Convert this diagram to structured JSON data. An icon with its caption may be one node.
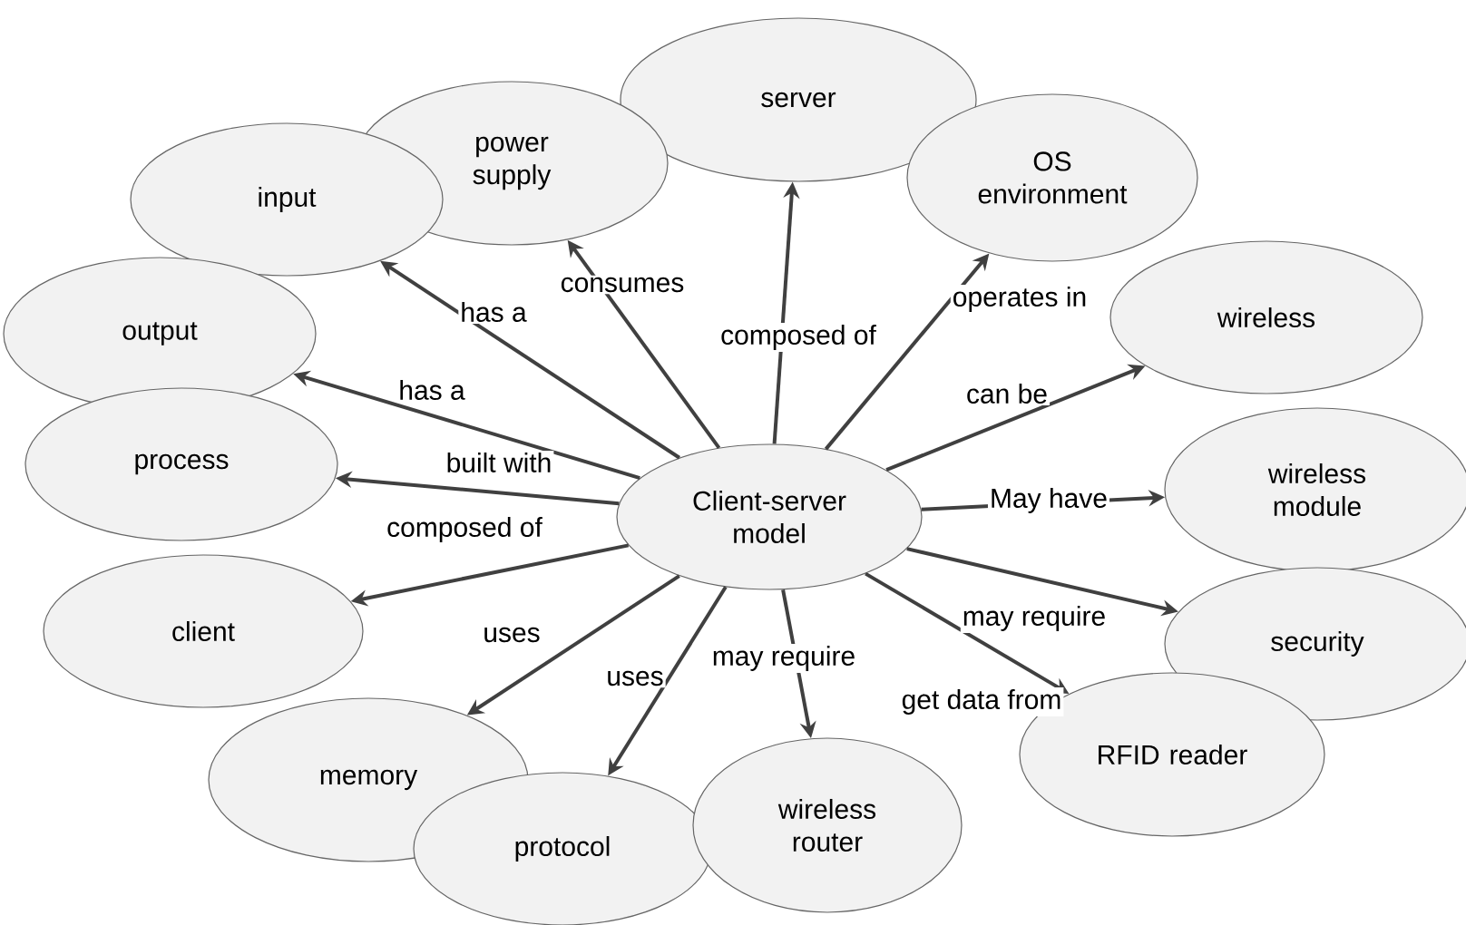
{
  "diagram": {
    "nodes": [
      {
        "text": [
          "Client-server model"
        ]
      },
      {
        "text": [
          "input"
        ]
      },
      {
        "text": [
          "power supply"
        ]
      },
      {
        "text": [
          "server"
        ]
      },
      {
        "text": [
          "OS environment"
        ]
      },
      {
        "text": [
          "wireless"
        ]
      },
      {
        "text": [
          "output"
        ]
      },
      {
        "text": [
          "process"
        ]
      },
      {
        "text": [
          "wireless module"
        ]
      },
      {
        "text": [
          "client"
        ]
      },
      {
        "text": [
          "security"
        ]
      },
      {
        "text": [
          "memory"
        ]
      },
      {
        "text": [
          "RFID reader"
        ]
      },
      {
        "text": [
          "protocol"
        ]
      },
      {
        "text": [
          "wireless router"
        ]
      }
    ],
    "edges": [
      {
        "from": 0,
        "to": 1,
        "arrow": "to",
        "label": "has a"
      },
      {
        "from": 0,
        "to": 2,
        "arrow": "to",
        "label": "consumes"
      },
      {
        "from": 0,
        "to": 3,
        "arrow": "to",
        "label": "composed of"
      },
      {
        "from": 0,
        "to": 4,
        "arrow": "to",
        "label": "operates in"
      },
      {
        "from": 0,
        "to": 5,
        "arrow": "to",
        "label": "can be"
      },
      {
        "from": 0,
        "to": 6,
        "arrow": "to",
        "label": "has a"
      },
      {
        "from": 0,
        "to": 7,
        "arrow": "to",
        "label": "built with"
      },
      {
        "from": 0,
        "to": 8,
        "arrow": "to",
        "label": "May have"
      },
      {
        "from": 0,
        "to": 9,
        "arrow": "to",
        "label": "composed of"
      },
      {
        "from": 0,
        "to": 10,
        "arrow": "to",
        "label": "may require"
      },
      {
        "from": 0,
        "to": 11,
        "arrow": "to",
        "label": "uses"
      },
      {
        "from": 0,
        "to": 12,
        "arrow": "to",
        "label": "get data from"
      },
      {
        "from": 0,
        "to": 13,
        "arrow": "to",
        "label": "uses"
      },
      {
        "from": 0,
        "to": 14,
        "arrow": "to",
        "label": "may require"
      }
    ]
  }
}
